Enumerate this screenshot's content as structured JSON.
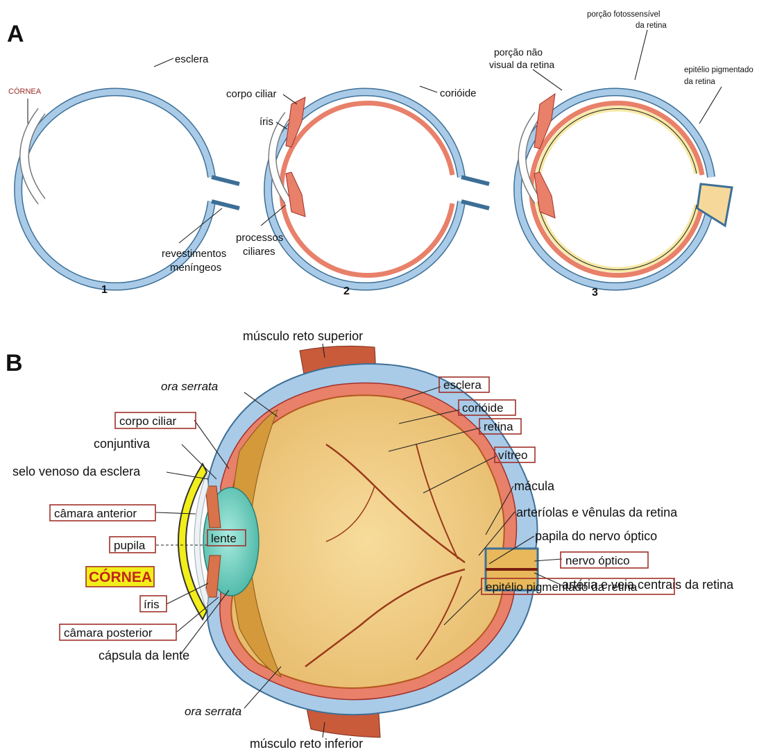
{
  "panel_a": {
    "letter": "A",
    "eye1": {
      "number": "1",
      "labels": {
        "cornea": "CÓRNEA",
        "esclera": "esclera",
        "revestimentos_1": "revestimentos",
        "revestimentos_2": "meníngeos"
      }
    },
    "eye2": {
      "number": "2",
      "labels": {
        "corpo_ciliar": "corpo ciliar",
        "iris": "íris",
        "coroide": "corióide",
        "processos_1": "processos",
        "processos_2": "ciliares"
      }
    },
    "eye3": {
      "number": "3",
      "labels": {
        "fotossensivel_1": "porção fotossensível",
        "fotossensivel_2": "da retina",
        "nao_visual_1": "porção não",
        "nao_visual_2": "visual da retina",
        "epitelio_1": "epitélio pigmentado",
        "epitelio_2": "da retina"
      }
    }
  },
  "panel_b": {
    "letter": "B",
    "labels": {
      "musculo_superior": "músculo reto superior",
      "ora_serrata_top": "ora serrata",
      "esclera": "esclera",
      "coroide": "corióide",
      "retina": "retina",
      "vitreo": "vítreo",
      "macula": "mácula",
      "arteriolas": "arteríolas e vênulas da retina",
      "papila": "papila do nervo óptico",
      "nervo_optico": "nervo óptico",
      "arteria_veia": "artéria e veia centrais da retina",
      "epitelio": "epitélio pigmentado da retina",
      "corpo_ciliar": "corpo ciliar",
      "conjuntiva": "conjuntiva",
      "selo_venoso": "selo venoso da esclera",
      "camara_anterior": "câmara anterior",
      "pupila": "pupila",
      "lente": "lente",
      "cornea": "CÓRNEA",
      "iris": "íris",
      "camara_posterior": "câmara posterior",
      "capsula": "cápsula da lente",
      "ora_serrata_bottom": "ora serrata",
      "musculo_inferior": "músculo reto inferior"
    }
  },
  "colors": {
    "sclera": "#a9cbe8",
    "sclera_edge": "#3d6f96",
    "choroid": "#e8806a",
    "retina_yellow": "#f6e9a6",
    "vitreous": "#f0d08c",
    "lens": "#7fd6c8",
    "muscle": "#c95a3a",
    "cornea_highlight": "#f2ee1a",
    "label_box": "#a0302a"
  }
}
